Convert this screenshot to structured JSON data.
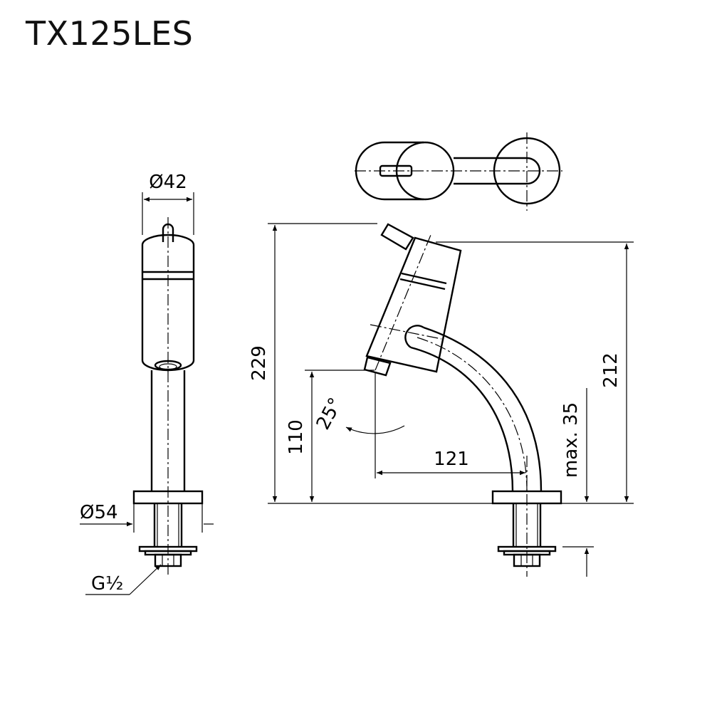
{
  "title": "TX125LES",
  "dimensions": {
    "body_diameter": "Ø42",
    "flange_diameter": "Ø54",
    "thread": "G½",
    "total_height": "229",
    "spout_height": "212",
    "outlet_height": "110",
    "reach": "121",
    "angle": "25°",
    "max_thickness": "max. 35"
  }
}
